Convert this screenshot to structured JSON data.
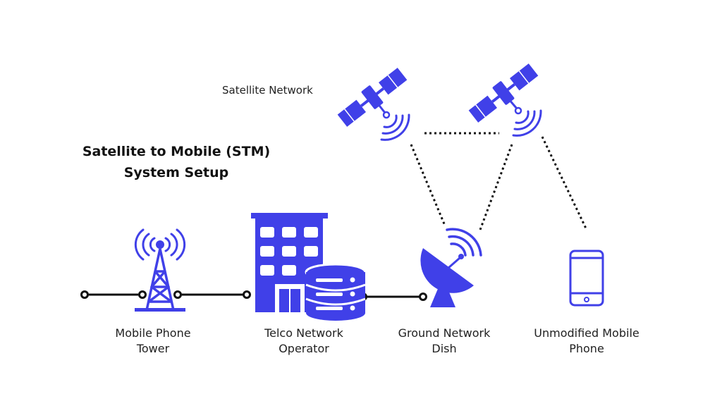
{
  "title": {
    "line1": "Satellite to Mobile (STM)",
    "line2": "System Setup"
  },
  "satellite_network_label": "Satellite Network",
  "nodes": [
    {
      "line1": "Mobile Phone",
      "line2": "Tower"
    },
    {
      "line1": "Telco Network",
      "line2": "Operator"
    },
    {
      "line1": "Ground Network",
      "line2": "Dish"
    },
    {
      "line1": "Unmodified Mobile",
      "line2": "Phone"
    }
  ],
  "colors": {
    "accent": "#4040e8",
    "line": "#111111",
    "text": "#222222"
  },
  "icons": [
    "satellite-icon",
    "cell-tower-icon",
    "office-building-icon",
    "database-icon",
    "satellite-dish-icon",
    "smartphone-icon",
    "signal-waves-icon"
  ]
}
